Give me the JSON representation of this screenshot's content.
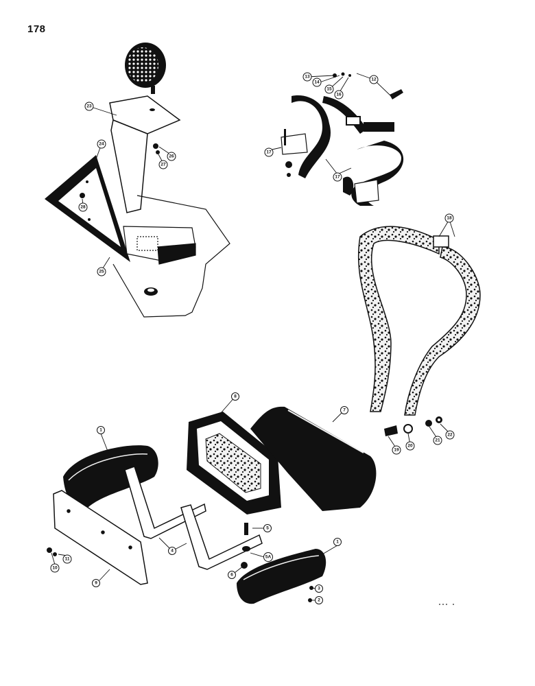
{
  "page": {
    "number": "178"
  },
  "colors": {
    "ink": "#111111",
    "paper": "#ffffff",
    "speckle": "#f2f2f2"
  },
  "callouts": [
    {
      "id": "c1a",
      "label": "1"
    },
    {
      "id": "c1b",
      "label": "1"
    },
    {
      "id": "c2",
      "label": "2"
    },
    {
      "id": "c3",
      "label": "3"
    },
    {
      "id": "c4",
      "label": "4"
    },
    {
      "id": "c5",
      "label": "5"
    },
    {
      "id": "c5a",
      "label": "5A"
    },
    {
      "id": "c6",
      "label": "6"
    },
    {
      "id": "c7",
      "label": "7"
    },
    {
      "id": "c8",
      "label": "8"
    },
    {
      "id": "c9",
      "label": "9"
    },
    {
      "id": "c10",
      "label": "10"
    },
    {
      "id": "c11",
      "label": "11"
    },
    {
      "id": "c12",
      "label": "12"
    },
    {
      "id": "c13",
      "label": "13"
    },
    {
      "id": "c14",
      "label": "14"
    },
    {
      "id": "c15",
      "label": "15"
    },
    {
      "id": "c16",
      "label": "16"
    },
    {
      "id": "c17a",
      "label": "17"
    },
    {
      "id": "c17b",
      "label": "17"
    },
    {
      "id": "c18",
      "label": "18"
    },
    {
      "id": "c19",
      "label": "19"
    },
    {
      "id": "c20",
      "label": "20"
    },
    {
      "id": "c21",
      "label": "21"
    },
    {
      "id": "c22",
      "label": "22"
    },
    {
      "id": "c23",
      "label": "23"
    },
    {
      "id": "c24",
      "label": "24"
    },
    {
      "id": "c25",
      "label": "25"
    },
    {
      "id": "c26",
      "label": "26"
    },
    {
      "id": "c27",
      "label": "27"
    },
    {
      "id": "c28",
      "label": "28"
    }
  ]
}
